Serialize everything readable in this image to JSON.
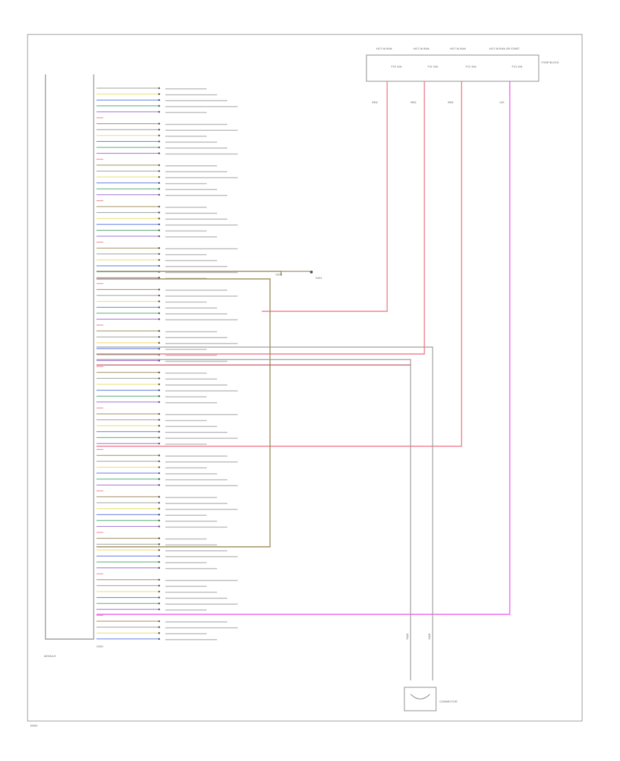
{
  "diagram": {
    "fuse_header_labels": [
      "HOT IN RUN",
      "HOT IN RUN",
      "HOT IN RUN",
      "HOT IN RUN OR START"
    ],
    "fuse_box_label": "FUSE BLOCK",
    "fuse_labels": [
      "F10 10A",
      "F11 10A",
      "F12 10A",
      "F13 10A"
    ],
    "fuse_wire_colors": [
      "RED",
      "RED",
      "RED",
      "VIO"
    ],
    "module_label": "MODULE",
    "ground_label": "G201",
    "splice_label": "S201",
    "connector_label": "CONNECTOR",
    "bottom_left_code": "W000",
    "colors": {
      "red": "#f07a8a",
      "pink": "#ef5ff0",
      "olive": "#9a8a5a",
      "gray": "#9a9a9a",
      "blue": "#5a73e0",
      "green": "#4aa86a",
      "yellow": "#e6dc6a",
      "purple": "#9a6ad0"
    }
  }
}
